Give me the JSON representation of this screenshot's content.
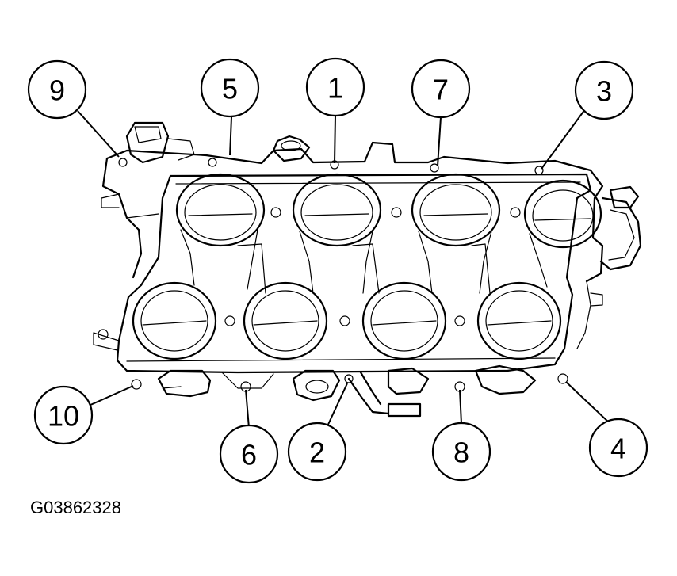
{
  "figure": {
    "id": "G03862328"
  },
  "callouts": [
    {
      "key": "c9",
      "label": "9"
    },
    {
      "key": "c5",
      "label": "5"
    },
    {
      "key": "c1",
      "label": "1"
    },
    {
      "key": "c7",
      "label": "7"
    },
    {
      "key": "c3",
      "label": "3"
    },
    {
      "key": "c10",
      "label": "10"
    },
    {
      "key": "c6",
      "label": "6"
    },
    {
      "key": "c2",
      "label": "2"
    },
    {
      "key": "c8",
      "label": "8"
    },
    {
      "key": "c4",
      "label": "4"
    }
  ]
}
